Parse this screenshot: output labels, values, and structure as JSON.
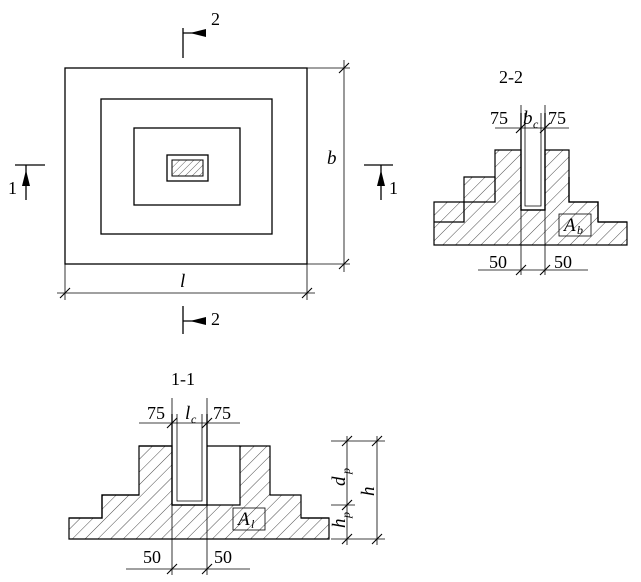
{
  "plan": {
    "label_b": "b",
    "label_l": "l",
    "section_mark_top": "2",
    "section_mark_bottom": "2",
    "section_mark_left": "1",
    "section_mark_right": "1"
  },
  "section_2_2": {
    "title": "2-2",
    "dim_left": "75",
    "dim_right": "75",
    "label_bc": "b",
    "label_bc_sub": "c",
    "label_Ab": "A",
    "label_Ab_sub": "b",
    "dim_bottom_left": "50",
    "dim_bottom_right": "50"
  },
  "section_1_1": {
    "title": "1-1",
    "dim_left": "75",
    "dim_right": "75",
    "label_lc": "l",
    "label_lc_sub": "c",
    "label_Al": "A",
    "label_Al_sub": "l",
    "dim_bottom_left": "50",
    "dim_bottom_right": "50",
    "label_dp": "d",
    "label_dp_sub": "p",
    "label_hp": "h",
    "label_hp_sub": "p",
    "label_h": "h"
  }
}
